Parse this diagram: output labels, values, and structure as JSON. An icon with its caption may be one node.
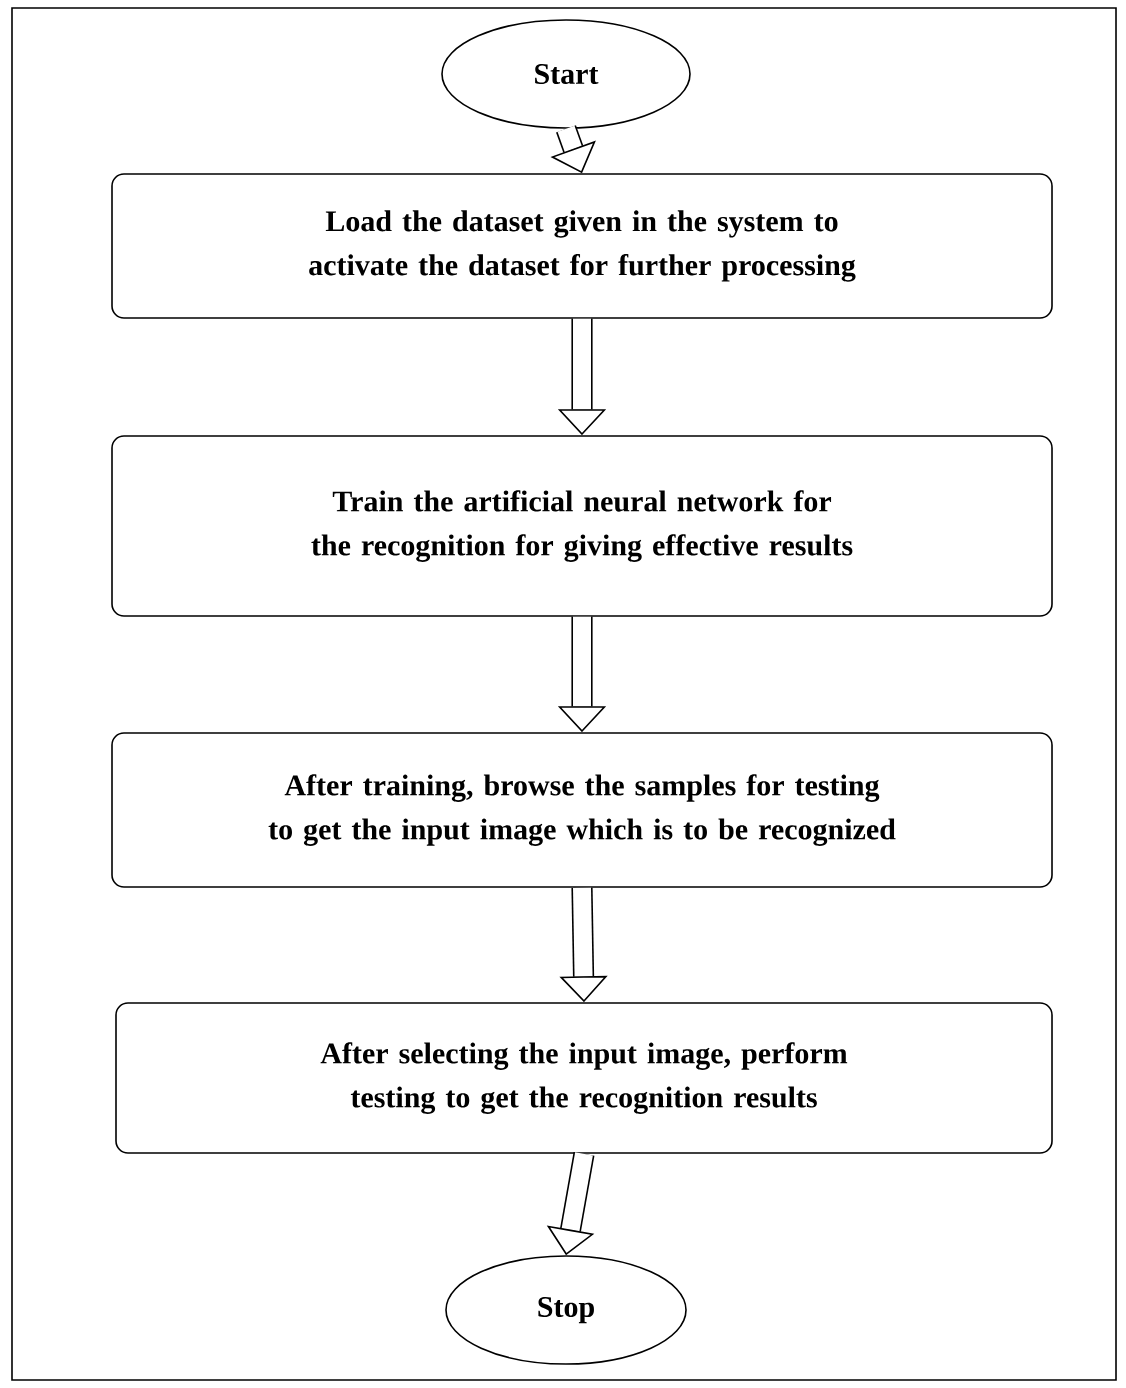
{
  "diagram": {
    "nodes": [
      {
        "text": [
          "Start"
        ]
      },
      {
        "text": [
          "Load the dataset given in the system to activate the dataset for further processing"
        ]
      },
      {
        "text": [
          "Train the artificial neural network for the recognition for giving effective results"
        ]
      },
      {
        "text": [
          "After training, browse the samples for testing to get the input image which is to be recognized"
        ]
      },
      {
        "text": [
          "After selecting the input image, perform testing to get the recognition results"
        ]
      },
      {
        "text": [
          "Stop"
        ]
      }
    ],
    "edges": [
      {
        "from": 0,
        "to": 1,
        "arrow": "to"
      },
      {
        "from": 1,
        "to": 2,
        "arrow": "to"
      },
      {
        "from": 2,
        "to": 3,
        "arrow": "to"
      },
      {
        "from": 3,
        "to": 4,
        "arrow": "to"
      },
      {
        "from": 4,
        "to": 5,
        "arrow": "to"
      }
    ]
  }
}
